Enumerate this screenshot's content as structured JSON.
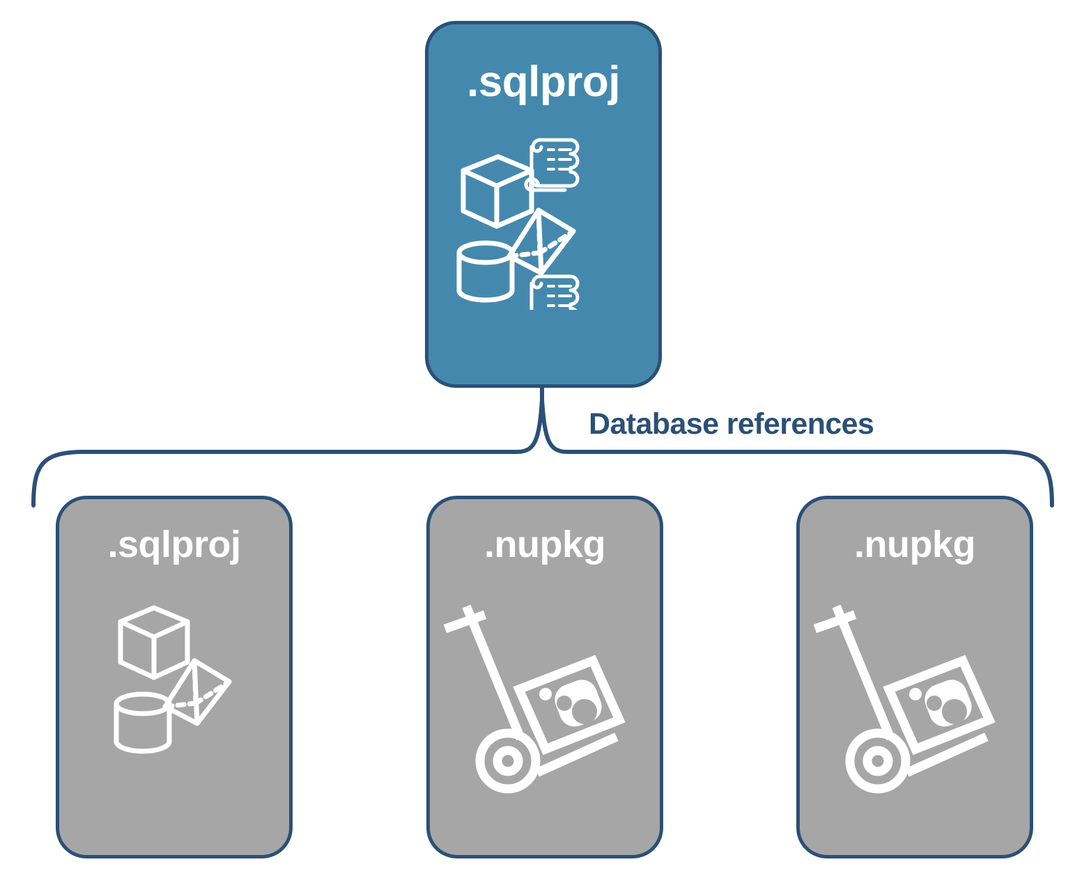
{
  "diagram": {
    "title": "Database references",
    "colors": {
      "primary_card_fill": "#4489ad",
      "secondary_card_fill": "#a6a6a6",
      "outline": "#2b5077",
      "label_text": "#2b5077",
      "card_text": "#ffffff",
      "background": "#ffffff"
    },
    "connector": {
      "type": "curly-brace",
      "label": "Database references"
    }
  },
  "root": {
    "label": ".sqlproj",
    "fill": "teal",
    "icons": [
      "cube-wireframe-icon",
      "script-scroll-icon",
      "pyramid-wireframe-icon",
      "cylinder-wireframe-icon",
      "script-scroll-icon"
    ]
  },
  "references": [
    {
      "label": ".sqlproj",
      "fill": "gray",
      "art": "database-objects-icon",
      "icons": [
        "cube-wireframe-icon",
        "pyramid-wireframe-icon",
        "cylinder-wireframe-icon"
      ]
    },
    {
      "label": ".nupkg",
      "fill": "gray",
      "art": "nuget-package-icon",
      "icons": [
        "hand-truck-icon",
        "package-box-icon",
        "nuget-dots-icon"
      ]
    },
    {
      "label": ".nupkg",
      "fill": "gray",
      "art": "nuget-package-icon",
      "icons": [
        "hand-truck-icon",
        "package-box-icon",
        "nuget-dots-icon"
      ]
    }
  ]
}
